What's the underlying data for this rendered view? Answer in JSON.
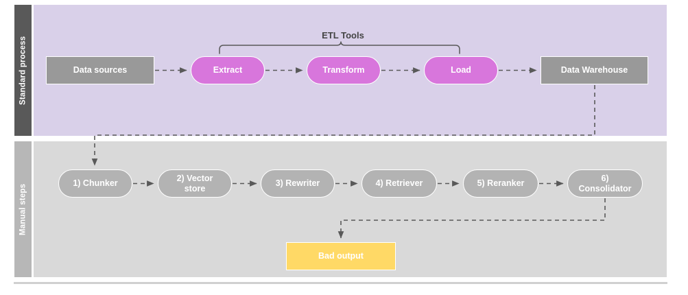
{
  "diagram": {
    "title": "ETL and manual RAG steps swimlane diagram",
    "colors": {
      "lane_top_header_bg": "#595959",
      "lane_top_body_bg": "#d9d0e9",
      "lane_bottom_header_bg": "#b7b7b7",
      "lane_bottom_body_bg": "#d9d9d9",
      "gray_node": "#999999",
      "orchid_node": "#d876dc",
      "light_gray_node": "#b3b3b3",
      "yellow_node": "#ffd966",
      "edge": "#595959",
      "node_text": "#ffffff",
      "annotation_text": "#434343"
    }
  },
  "lanes": [
    {
      "id": "standard-process",
      "label": "Standard process",
      "nodes": [
        {
          "id": "data-sources",
          "label": "Data sources",
          "shape": "rect",
          "color": "gray"
        },
        {
          "id": "extract",
          "label": "Extract",
          "shape": "pill",
          "color": "orchid"
        },
        {
          "id": "transform",
          "label": "Transform",
          "shape": "pill",
          "color": "orchid"
        },
        {
          "id": "load",
          "label": "Load",
          "shape": "pill",
          "color": "orchid"
        },
        {
          "id": "data-warehouse",
          "label": "Data Warehouse",
          "shape": "rect",
          "color": "gray"
        }
      ],
      "annotations": [
        {
          "id": "etl-tools",
          "label": "ETL Tools",
          "type": "brace",
          "spans": [
            "extract",
            "transform",
            "load"
          ]
        }
      ]
    },
    {
      "id": "manual-steps",
      "label": "Manual steps",
      "nodes": [
        {
          "id": "chunker",
          "label": "1) Chunker",
          "shape": "pill",
          "color": "light-gray"
        },
        {
          "id": "vector-store",
          "label": "2) Vector store",
          "shape": "pill",
          "color": "light-gray"
        },
        {
          "id": "rewriter",
          "label": "3) Rewriter",
          "shape": "pill",
          "color": "light-gray"
        },
        {
          "id": "retriever",
          "label": "4) Retriever",
          "shape": "pill",
          "color": "light-gray"
        },
        {
          "id": "reranker",
          "label": "5) Reranker",
          "shape": "pill",
          "color": "light-gray"
        },
        {
          "id": "consolidator",
          "label": "6) Consolidator",
          "shape": "pill",
          "color": "light-gray"
        },
        {
          "id": "bad-output",
          "label": "Bad output",
          "shape": "rect",
          "color": "yellow"
        }
      ],
      "annotations": []
    }
  ],
  "node_labels": {
    "data_sources": "Data sources",
    "extract": "Extract",
    "transform": "Transform",
    "load": "Load",
    "data_warehouse": "Data Warehouse",
    "chunker": "1) Chunker",
    "vector_store_line1": "2) Vector",
    "vector_store_line2": "store",
    "rewriter": "3) Rewriter",
    "retriever": "4) Retriever",
    "reranker": "5) Reranker",
    "consolidator_line1": "6)",
    "consolidator_line2": "Consolidator",
    "bad_output": "Bad output"
  },
  "annotations": {
    "etl_tools": "ETL Tools"
  },
  "edges": [
    {
      "from": "data-sources",
      "to": "extract",
      "style": "dashed",
      "arrow": true
    },
    {
      "from": "extract",
      "to": "transform",
      "style": "dashed",
      "arrow": true
    },
    {
      "from": "transform",
      "to": "load",
      "style": "dashed",
      "arrow": true
    },
    {
      "from": "load",
      "to": "data-warehouse",
      "style": "dashed",
      "arrow": true
    },
    {
      "from": "data-warehouse",
      "to": "chunker",
      "style": "dashed",
      "arrow": true,
      "routing": "down-left-down"
    },
    {
      "from": "chunker",
      "to": "vector-store",
      "style": "dashed",
      "arrow": true
    },
    {
      "from": "vector-store",
      "to": "rewriter",
      "style": "dashed",
      "arrow": true
    },
    {
      "from": "rewriter",
      "to": "retriever",
      "style": "dashed",
      "arrow": true
    },
    {
      "from": "retriever",
      "to": "reranker",
      "style": "dashed",
      "arrow": true
    },
    {
      "from": "reranker",
      "to": "consolidator",
      "style": "dashed",
      "arrow": true
    },
    {
      "from": "consolidator",
      "to": "bad-output",
      "style": "dashed",
      "arrow": true,
      "routing": "down-left-down"
    }
  ]
}
